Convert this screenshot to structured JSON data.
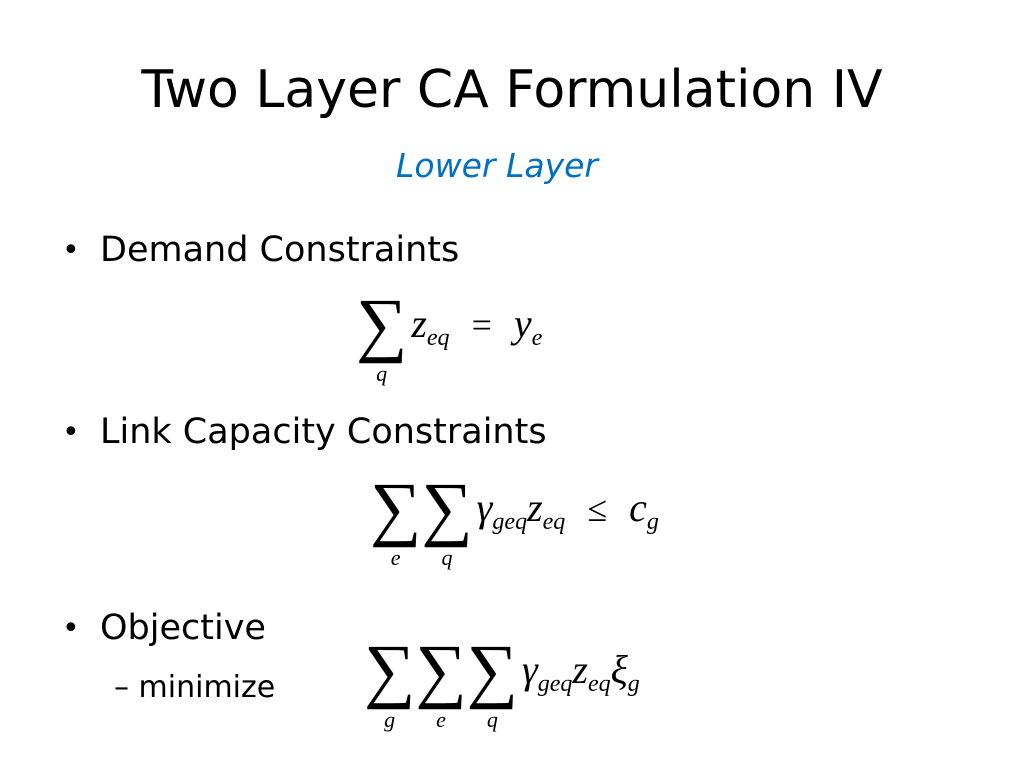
{
  "slide": {
    "title": "Two Layer CA Formulation IV",
    "subtitle": "Lower Layer",
    "bullets": [
      {
        "label": "Demand Constraints"
      },
      {
        "label": "Link Capacity Constraints"
      },
      {
        "label": "Objective",
        "subbullet": "– minimize"
      }
    ],
    "bullet_glyph": "•"
  },
  "equations": {
    "demand": {
      "sum_indices": [
        "q"
      ],
      "var": "z",
      "var_sub": "eq",
      "operator": "=",
      "rhs": "y",
      "rhs_sub": "e"
    },
    "capacity": {
      "sum_indices": [
        "e",
        "q"
      ],
      "coef": "γ",
      "coef_sub": "geq",
      "var": "z",
      "var_sub": "eq",
      "operator": "≤",
      "rhs": "c",
      "rhs_sub": "g"
    },
    "objective": {
      "sum_indices": [
        "g",
        "e",
        "q"
      ],
      "coef": "γ",
      "coef_sub": "geq",
      "var": "z",
      "var_sub": "eq",
      "factor": "ξ",
      "factor_sub": "g"
    }
  },
  "colors": {
    "subtitle": "#0070c0",
    "text": "#000000",
    "background": "#ffffff"
  }
}
